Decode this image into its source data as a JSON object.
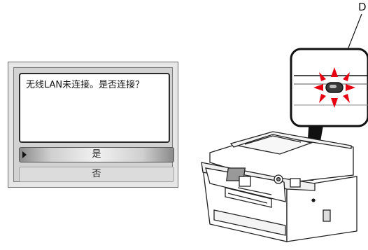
{
  "lcd": {
    "message": "无线LAN未连接。是否连接？",
    "options": [
      {
        "label": "是",
        "selected": true
      },
      {
        "label": "否",
        "selected": false
      }
    ]
  },
  "printer": {
    "callout_letter": "D",
    "lamp_color": "#e60012"
  }
}
